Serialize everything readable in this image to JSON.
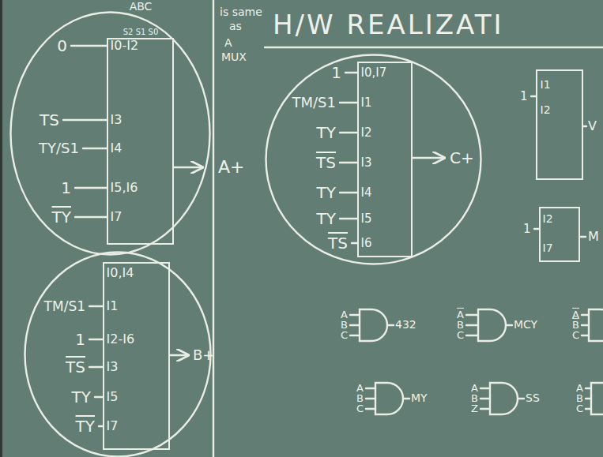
{
  "diagram": {
    "title": "H/W REALIZATI",
    "nodes": [
      {
        "text": [
          "0",
          "TS",
          "TY/S1",
          "1",
          "TY"
        ]
      },
      {
        "text": [
          "I0-I2",
          "I3",
          "I4",
          "I5,I6",
          "I7"
        ],
        "in": 0
      },
      {
        "text": [
          "1",
          "TM/S1",
          "TY",
          "TS",
          "TY",
          "TY",
          "TS"
        ]
      },
      {
        "text": [
          "I0,I7",
          "I1",
          "I2",
          "I3",
          "I4",
          "I5",
          "I6"
        ],
        "in": 2
      },
      {
        "text": [
          "1",
          "I1",
          "I2"
        ]
      },
      {
        "text": [
          "1",
          "I2",
          "I7"
        ]
      },
      {
        "text": [
          "TM/S1",
          "1",
          "TS",
          "TY",
          "TY"
        ]
      },
      {
        "text": [
          "I0,I4",
          "I1",
          "I2-I6",
          "I3",
          "I5",
          "I7"
        ],
        "in": 6
      }
    ],
    "labels": [
      "ABC",
      "S2 S1 S0",
      "is same",
      "as",
      "A",
      "MUX",
      "A+",
      "C+",
      "V",
      "M",
      "B+",
      "A",
      "B",
      "C",
      "432",
      "A",
      "B",
      "C",
      "MCY",
      "A",
      "B",
      "C",
      "A",
      "B",
      "C",
      "MY",
      "A",
      "B",
      "Z",
      "SS",
      "A",
      "B",
      "C"
    ]
  }
}
